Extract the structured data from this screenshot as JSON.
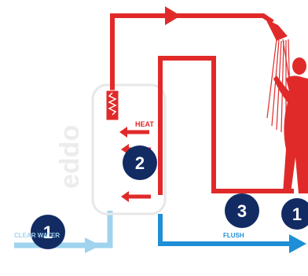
{
  "labels": {
    "heat": "HEAT",
    "clear_water": "CLEAR WATER",
    "flush": "FLUSH"
  },
  "steps": {
    "inlet": "1",
    "tank": "2",
    "flush": "3",
    "shower": "1"
  },
  "tank_logo": "eddo",
  "colors": {
    "hot": "#e02a2a",
    "cold": "#9fd3ee",
    "flush": "#1e8fd6",
    "badge": "#132b63",
    "tank_outline": "#e7e7e7"
  }
}
